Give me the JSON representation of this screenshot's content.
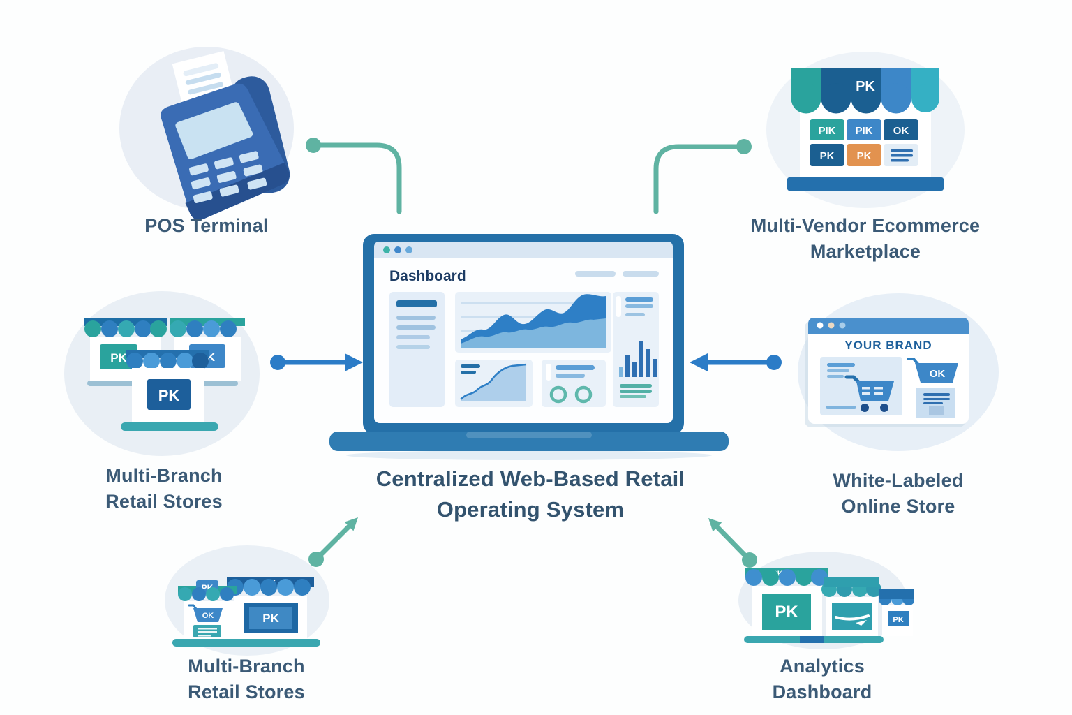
{
  "diagram": {
    "title_line1": "Centralized Web-Based Retail",
    "title_line2": "Operating System"
  },
  "laptop": {
    "screen_title": "Dashboard"
  },
  "nodes": {
    "pos": {
      "label": "POS Terminal"
    },
    "marketplace": {
      "label_line1": "Multi-Vendor Ecommerce",
      "label_line2": "Marketplace",
      "awning_sign": "PK",
      "tiles": {
        "t1": "PIK",
        "t2": "PIK",
        "t3": "OK",
        "t4": "PK",
        "t5": "PK"
      }
    },
    "branch_left": {
      "label_line1": "Multi-Branch",
      "label_line2": "Retail Stores",
      "sign_back_left": "PK",
      "sign_back_right": "PK",
      "sign_front": "PK"
    },
    "white_label": {
      "label_line1": "White-Labeled",
      "label_line2": "Online Store",
      "brand": "YOUR BRAND",
      "cart_badge": "OK"
    },
    "branch_bottom": {
      "label_line1": "Multi-Branch",
      "label_line2": "Retail Stores",
      "awning_sign_left": "PK",
      "awning_sign_right": "PK",
      "cart_badge": "OK",
      "screen_sign": "PK"
    },
    "analytics": {
      "label_line1": "Analytics",
      "label_line2": "Dashboard",
      "awning_sign": "PK",
      "sign_large": "PK",
      "sign_small": "PK"
    }
  },
  "colors": {
    "connector_teal": "#5fb3a2",
    "connector_blue": "#2b7cc7",
    "label_text": "#3b5a76",
    "title_text": "#33536e",
    "brand_navy": "#1d5f96",
    "store_blue": "#3d87c8",
    "accent_teal": "#2aa39d",
    "accent_orange": "#e2924f",
    "laptop_blue": "#2470a8"
  }
}
